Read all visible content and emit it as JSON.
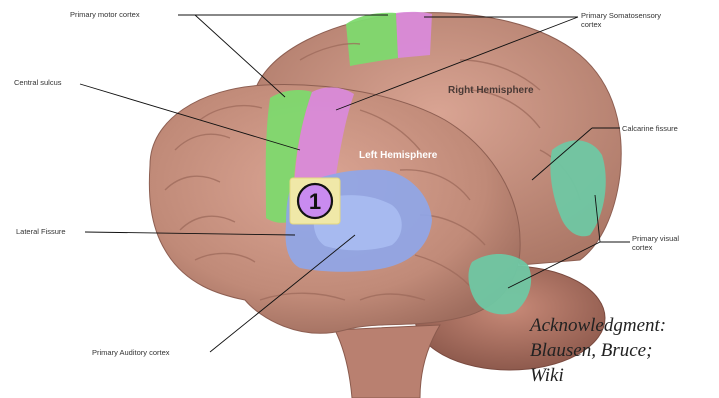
{
  "labels": {
    "primary_motor_cortex": "Primary motor cortex",
    "primary_somatosensory_line1": "Primary Somatosensory",
    "primary_somatosensory_line2": "cortex",
    "central_sulcus": "Central sulcus",
    "right_hemisphere": "Right Hemisphere",
    "left_hemisphere": "Left Hemisphere",
    "calcarine_fissure": "Calcarine fissure",
    "lateral_fissure": "Lateral Fissure",
    "primary_visual_line1": "Primary visual",
    "primary_visual_line2": "cortex",
    "primary_auditory_cortex": "Primary Auditory cortex"
  },
  "marker": {
    "number": "1",
    "color": "#c98bf0"
  },
  "acknowledgment": {
    "line1": "Acknowledgment:",
    "line2": "Blausen, Bruce;",
    "line3": "Wiki"
  },
  "colors": {
    "brain_tissue": "#c89482",
    "motor_cortex": "#7ed96e",
    "somatosensory_cortex": "#d98ad9",
    "auditory_cortex": "#8fa6e8",
    "visual_cortex": "#6fc7a3"
  }
}
